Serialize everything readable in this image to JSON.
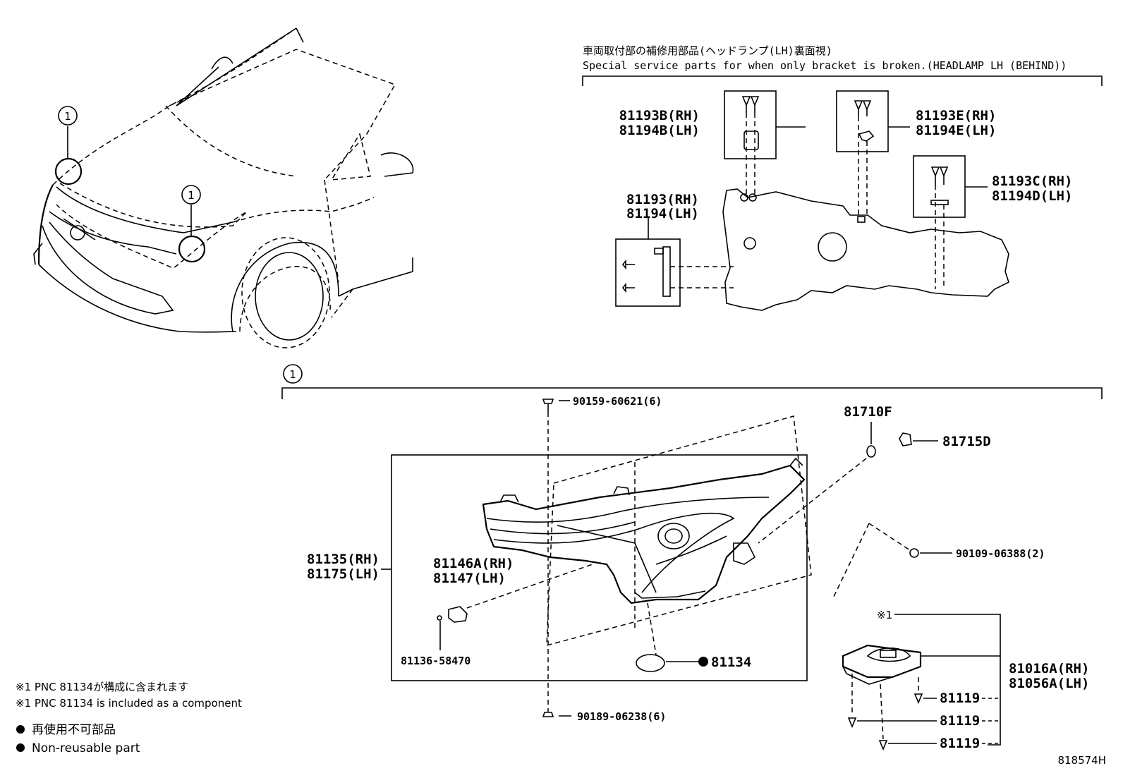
{
  "header": {
    "title_ja": "車両取付部の補修用部品(ヘッドランプ(LH)裏面視)",
    "title_en": "Special service parts for when only bracket is broken.(HEADLAMP LH (BEHIND))"
  },
  "callouts": {
    "index_1": "1"
  },
  "bracket_parts": {
    "p_b_rh": "81193B(RH)",
    "p_b_lh": "81194B(LH)",
    "p_e_rh": "81193E(RH)",
    "p_e_lh": "81194E(LH)",
    "p_c_rh": "81193C(RH)",
    "p_d_lh": "81194D(LH)",
    "p_rh": "81193(RH)",
    "p_lh": "81194(LH)"
  },
  "main_parts": {
    "bolt_top": "90159-60621(6)",
    "bolt_bottom": "90189-06238(6)",
    "bulb": "81710F",
    "socket": "81715D",
    "screw_ballast": "90109-06388(2)",
    "unit_rh": "81135(RH)",
    "unit_lh": "81175(LH)",
    "cover_rh": "81146A(RH)",
    "cover_lh": "81147(LH)",
    "clip": "81136-58470",
    "gasket": "81134",
    "ballast_mark": "※1",
    "ballast_rh": "81016A(RH)",
    "ballast_lh": "81056A(LH)",
    "screw_1": "81119",
    "screw_2": "81119",
    "screw_3": "81119"
  },
  "notes": {
    "note_ja": "※1 PNC 81134が構成に含まれます",
    "note_en": "※1 PNC 81134 is included as a component"
  },
  "legend": {
    "nonreuse_ja": "再使用不可部品",
    "nonreuse_en": "Non-reusable part"
  },
  "drawing_number": "818574H"
}
